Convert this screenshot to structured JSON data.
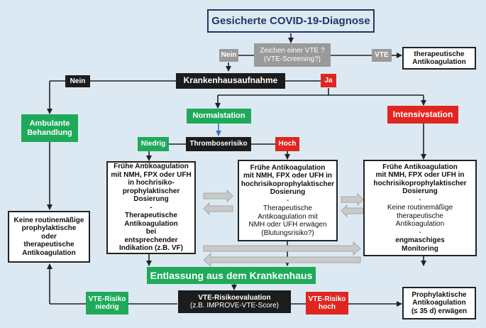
{
  "title": "Gesicherte COVID-19-Diagnose",
  "vte_question": {
    "line1": "Zeichen einer VTE ?",
    "line2": "(VTE-Screening?)"
  },
  "labels": {
    "nein_top": "Nein",
    "vte": "VTE",
    "nein_left": "Nein",
    "ja": "Ja",
    "niedrig": "Niedrig",
    "hoch": "Hoch",
    "vte_risk_low_1": "VTE-Risiko",
    "vte_risk_low_2": "niedrig",
    "vte_risk_high_1": "VTE-Risiko",
    "vte_risk_high_2": "hoch"
  },
  "therapeutic_box": {
    "line1": "therapeutische",
    "line2": "Antikoagulation"
  },
  "hospital_admission": "Krankenhausaufnahme",
  "outpatient": {
    "line1": "Ambulante",
    "line2": "Behandlung"
  },
  "normal_ward": "Normalstation",
  "icu": "Intensivstation",
  "thrombosis_risk": "Thromboserisiko",
  "no_prophylaxis": [
    "Keine routinemäßige",
    "prophylaktische",
    "oder",
    "therapeutische",
    "Antikoagulation"
  ],
  "low_risk_box": [
    "Frühe Antikoagulation",
    "mit NMH, FPX oder UFH",
    "in hochrisiko-",
    "prophylaktischer",
    "Dosierung",
    "-",
    "Therapeutische",
    "Antikoagulation",
    "bei",
    "entsprechender",
    "Indikation (z.B. VF)"
  ],
  "high_risk_box": {
    "bold": [
      "Frühe Antikoagulation",
      "mit NMH, FPX oder UFH in",
      "hochrisikoprophylaktischer",
      "Dosierung"
    ],
    "normal": [
      "-",
      "Therapeutische",
      "Antikoagulation mit",
      "NMH oder UFH erwägen",
      "(Blutungsrisiko?)"
    ]
  },
  "icu_box": {
    "bold": [
      "Frühe Antikoagulation",
      "mit NMH, FPX oder UFH in",
      "hochrisikoprophylaktischer",
      "Dosierung"
    ],
    "normal": [
      "-",
      "Keine routinemäßige",
      "therapeutische",
      "Antikoagulation",
      "-"
    ],
    "bold2": [
      "engmaschiges",
      "Monitoring"
    ]
  },
  "discharge": "Entlassung aus dem Krankenhaus",
  "risk_eval": {
    "line1": "VTE-Risikoevaluation",
    "line2": "(z.B. IMPROVE-VTE-Score)"
  },
  "prophylactic": {
    "line1": "Prophylaktische",
    "line2": "Antikoagulation",
    "line3": "(≤ 35 d) erwägen"
  },
  "colors": {
    "navy": "#1f3864",
    "green": "#1eaa5a",
    "red": "#e0261f",
    "dark": "#1c1c1c",
    "grey": "#9a9a9a",
    "background": "#dce9f2"
  }
}
